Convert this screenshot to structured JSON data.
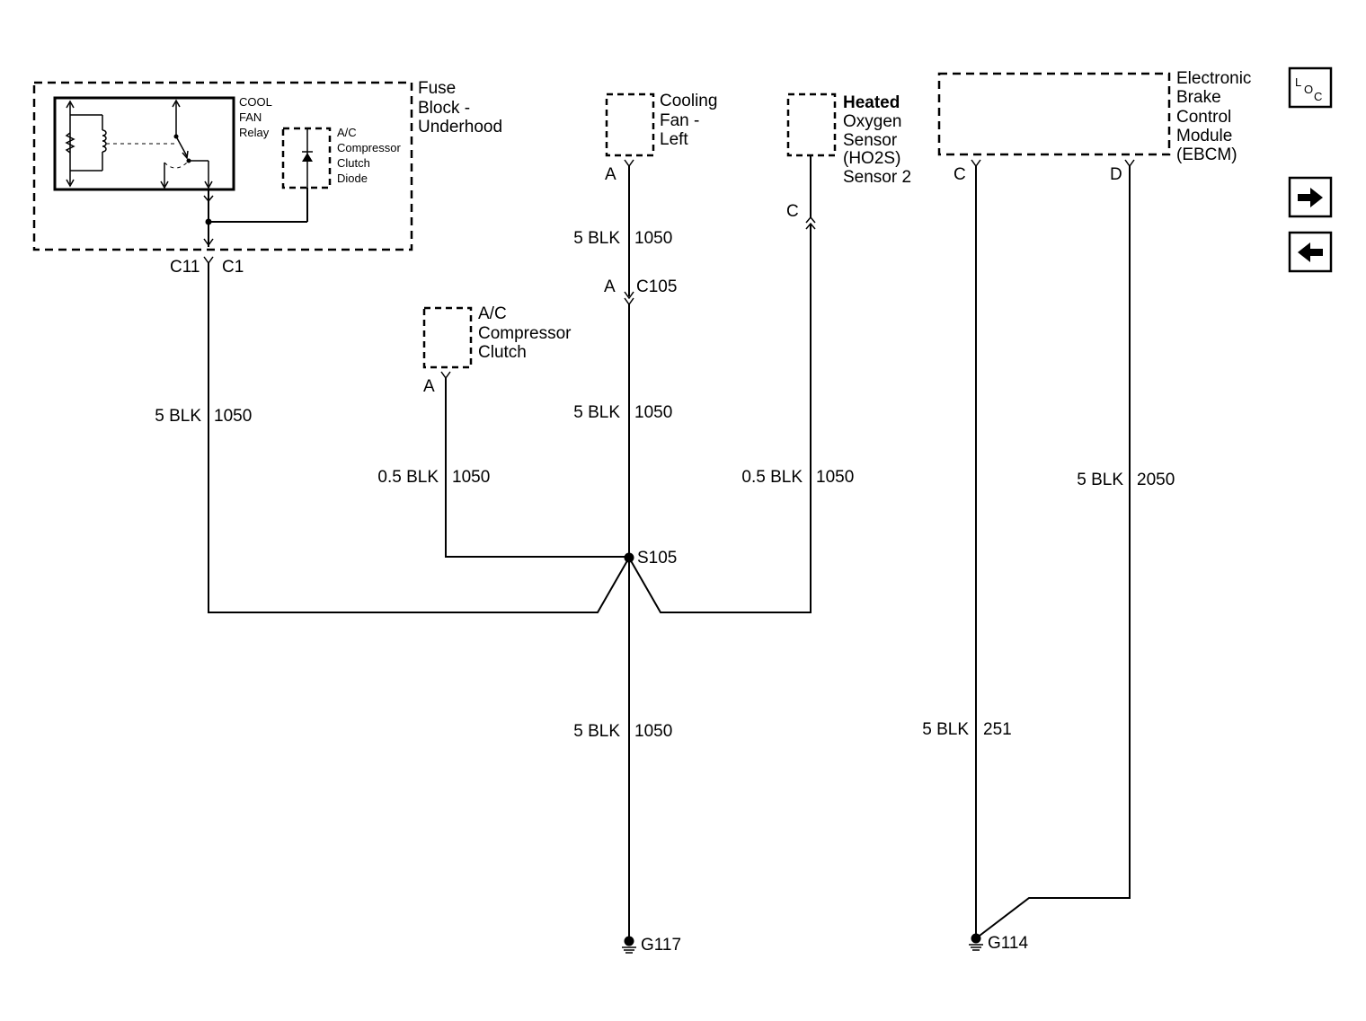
{
  "components": {
    "fuse_block": [
      "Fuse",
      "Block -",
      "Underhood"
    ],
    "relay": [
      "COOL",
      "FAN",
      "Relay"
    ],
    "diode": [
      "A/C",
      "Compressor",
      "Clutch",
      "Diode"
    ],
    "cooling_fan": [
      "Cooling",
      "Fan -",
      "Left"
    ],
    "ho2s": [
      "Heated",
      "Oxygen",
      "Sensor",
      "(HO2S)",
      "Sensor 2"
    ],
    "ebcm": [
      "Electronic",
      "Brake",
      "Control",
      "Module",
      "(EBCM)"
    ],
    "ac_clutch": [
      "A/C",
      "Compressor",
      "Clutch"
    ]
  },
  "connectors": {
    "fuse_c11": "C11",
    "fuse_c1": "C1",
    "fan_pin": "A",
    "c105_pin": "A",
    "c105": "C105",
    "ho2s_pin": "C",
    "ebcm_pin_c": "C",
    "ebcm_pin_d": "D",
    "clutch_pin": "A"
  },
  "wires": {
    "fuse_left": {
      "gauge": "5 BLK",
      "circuit": "1050"
    },
    "fan_upper": {
      "gauge": "5 BLK",
      "circuit": "1050"
    },
    "fan_lower": {
      "gauge": "5 BLK",
      "circuit": "1050"
    },
    "clutch": {
      "gauge": "0.5 BLK",
      "circuit": "1050"
    },
    "ho2s": {
      "gauge": "0.5 BLK",
      "circuit": "1050"
    },
    "ground_g117": {
      "gauge": "5 BLK",
      "circuit": "1050"
    },
    "ebcm_c": {
      "gauge": "5 BLK",
      "circuit": "251"
    },
    "ebcm_d": {
      "gauge": "5 BLK",
      "circuit": "2050"
    }
  },
  "splice": "S105",
  "grounds": {
    "g117": "G117",
    "g114": "G114"
  },
  "nav": {
    "loc_l": "L",
    "loc_o": "O",
    "loc_c": "C",
    "next": "next-page",
    "prev": "previous-page"
  }
}
